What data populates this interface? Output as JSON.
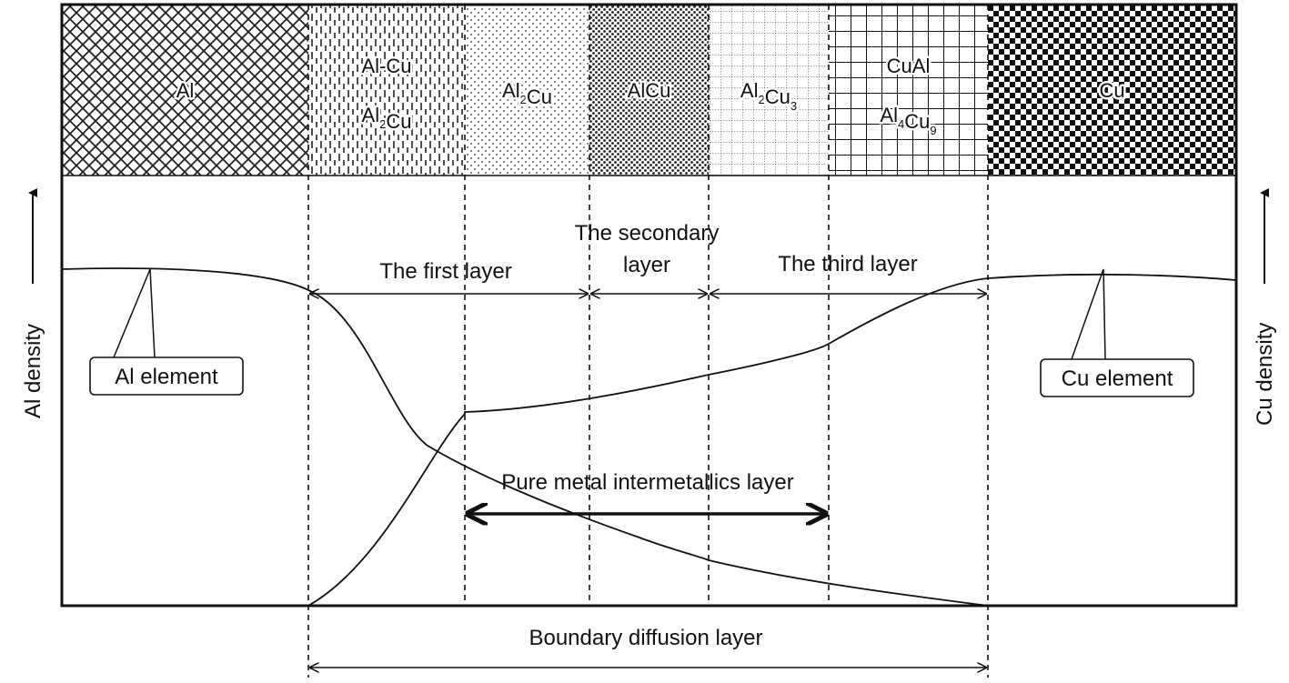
{
  "phases": [
    {
      "id": "al",
      "pattern": "crosshatch",
      "lines": [
        [
          {
            "t": "Al"
          }
        ]
      ]
    },
    {
      "id": "alcu-al2cu",
      "pattern": "dashes",
      "lines": [
        [
          {
            "t": "Al-Cu"
          }
        ],
        [
          {
            "t": "Al"
          },
          {
            "t": "2",
            "sub": true
          },
          {
            "t": "Cu"
          }
        ]
      ]
    },
    {
      "id": "al2cu",
      "pattern": "sparsedots",
      "lines": [
        [
          {
            "t": "Al"
          },
          {
            "t": "2",
            "sub": true
          },
          {
            "t": "Cu"
          }
        ]
      ]
    },
    {
      "id": "alcu",
      "pattern": "densedots",
      "lines": [
        [
          {
            "t": "AlCu"
          }
        ]
      ]
    },
    {
      "id": "al2cu3",
      "pattern": "finegrid",
      "lines": [
        [
          {
            "t": "Al"
          },
          {
            "t": "2",
            "sub": true
          },
          {
            "t": "Cu"
          },
          {
            "t": "3",
            "sub": true
          }
        ]
      ]
    },
    {
      "id": "cual-al4cu9",
      "pattern": "grid",
      "lines": [
        [
          {
            "t": "CuAl"
          }
        ],
        [
          {
            "t": "Al"
          },
          {
            "t": "4",
            "sub": true
          },
          {
            "t": "Cu"
          },
          {
            "t": "9",
            "sub": true
          }
        ]
      ]
    },
    {
      "id": "cu",
      "pattern": "checker",
      "lines": [
        [
          {
            "t": "Cu"
          }
        ]
      ]
    }
  ],
  "axes": {
    "left": "Al density",
    "right": "Cu density"
  },
  "labels": {
    "first_layer": "The first layer",
    "secondary_layer_line1": "The secondary",
    "secondary_layer_line2": "layer",
    "third_layer": "The third layer",
    "pure_metal": "Pure metal intermetallics layer",
    "boundary": "Boundary diffusion layer",
    "al_element": "Al element",
    "cu_element": "Cu element"
  }
}
